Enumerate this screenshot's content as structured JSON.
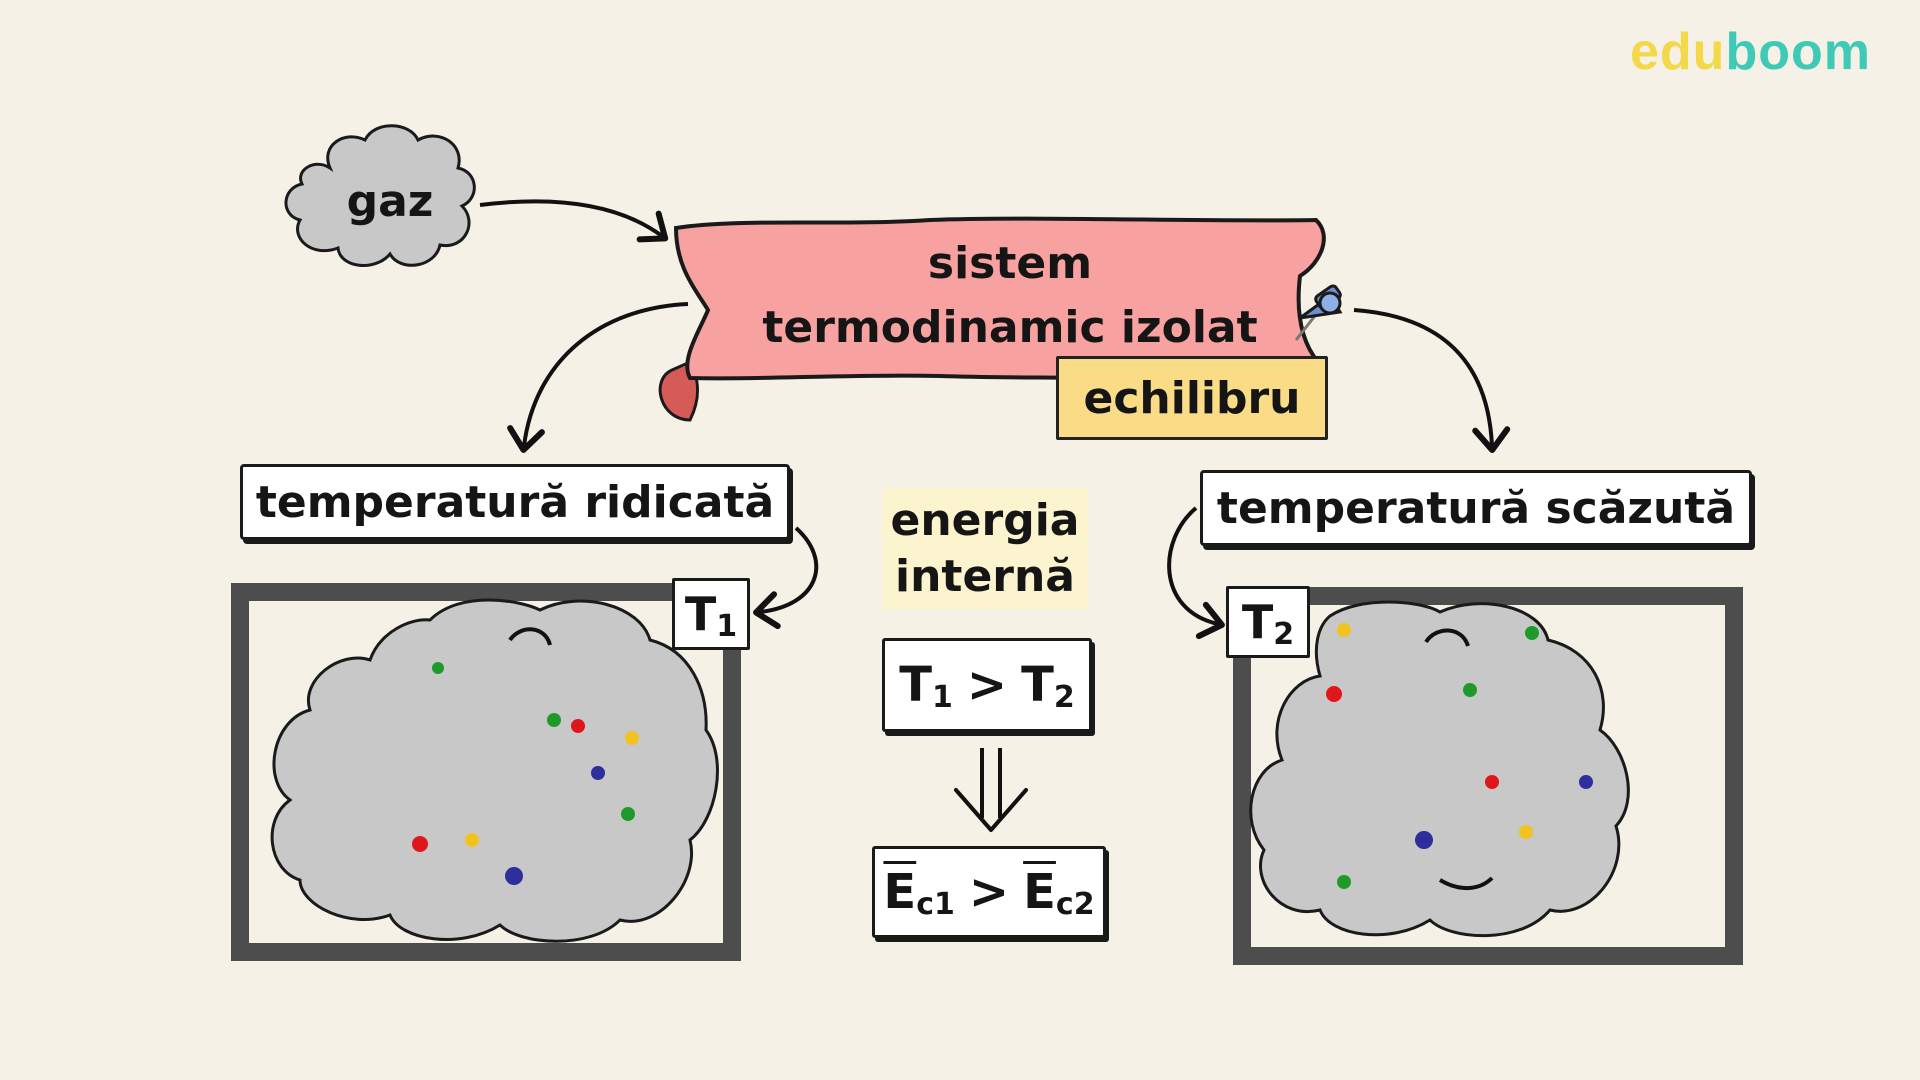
{
  "brand": {
    "part1": "edu",
    "part2": "boom"
  },
  "gas": {
    "label": "gaz"
  },
  "system": {
    "line1": "sistem",
    "line2": "termodinamic izolat"
  },
  "equilibrium": {
    "label": "echilibru"
  },
  "left": {
    "label": "temperatură ridicată",
    "tag": "T",
    "tag_sub": "1"
  },
  "right": {
    "label": "temperatură scăzută",
    "tag": "T",
    "tag_sub": "2"
  },
  "center": {
    "energy_line1": "energia",
    "energy_line2": "internă",
    "cmp_left": "T",
    "cmp_left_sub": "1",
    "cmp_op": ">",
    "cmp_right": "T",
    "cmp_right_sub": "2",
    "ec_left": "E",
    "ec_left_sub": "c1",
    "ec_op": ">",
    "ec_right": "E",
    "ec_right_sub": "c2"
  },
  "colors": {
    "background": "#f6f1e6",
    "banner": "#f7a1a0",
    "banner_curl": "#d55a58",
    "equilibrium_bg": "#f9dc85",
    "energy_bg": "#fbf4cf",
    "cloud": "#c8c8c8",
    "frame": "#4d4d4d",
    "pin": "#6c8fd0",
    "brand_yellow": "#f3d84a",
    "brand_teal": "#3fc9b7",
    "particle_green": "#1f9a2a",
    "particle_red": "#e0171a",
    "particle_yellow": "#f2c21e",
    "particle_blue": "#2e2e9c"
  }
}
